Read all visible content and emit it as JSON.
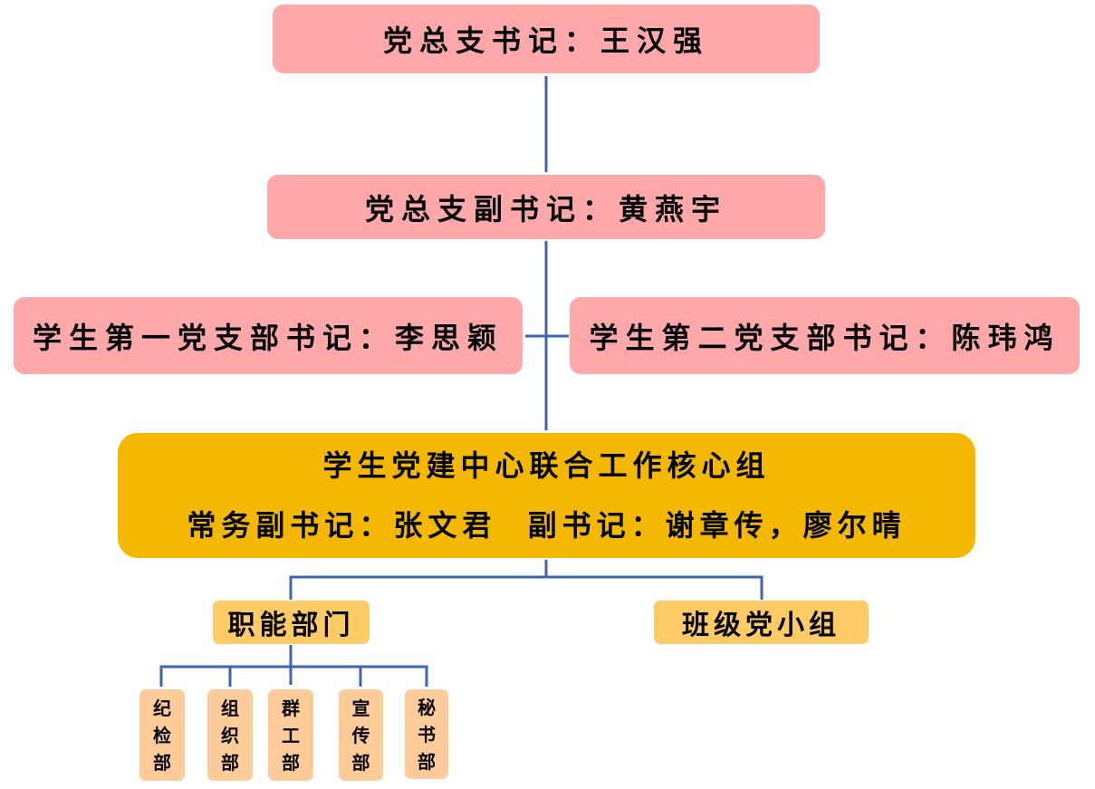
{
  "diagram": {
    "type": "org-chart",
    "line_color": "#3e64b0",
    "colors": {
      "secretary_box": "#ffa8aa",
      "core_group_box": "#f5b800",
      "sub_unit_box": "#fecb66",
      "department_box": "#fecb99"
    },
    "general_secretary": "党总支书记：王汉强",
    "deputy_general_secretary": "党总支副书记：黄燕宇",
    "branch_secretaries": [
      "学生第一党支部书记：李思颖",
      "学生第二党支部书记：陈玮鸿"
    ],
    "core_group": {
      "title": "学生党建中心联合工作核心组",
      "members": "常务副书记：张文君  副书记：谢章传，廖尔晴"
    },
    "sub_units": [
      "职能部门",
      "班级党小组"
    ],
    "departments": [
      [
        "纪",
        "检",
        "部"
      ],
      [
        "组",
        "织",
        "部"
      ],
      [
        "群",
        "工",
        "部"
      ],
      [
        "宣",
        "传",
        "部"
      ],
      [
        "秘",
        "书",
        "部"
      ]
    ]
  }
}
